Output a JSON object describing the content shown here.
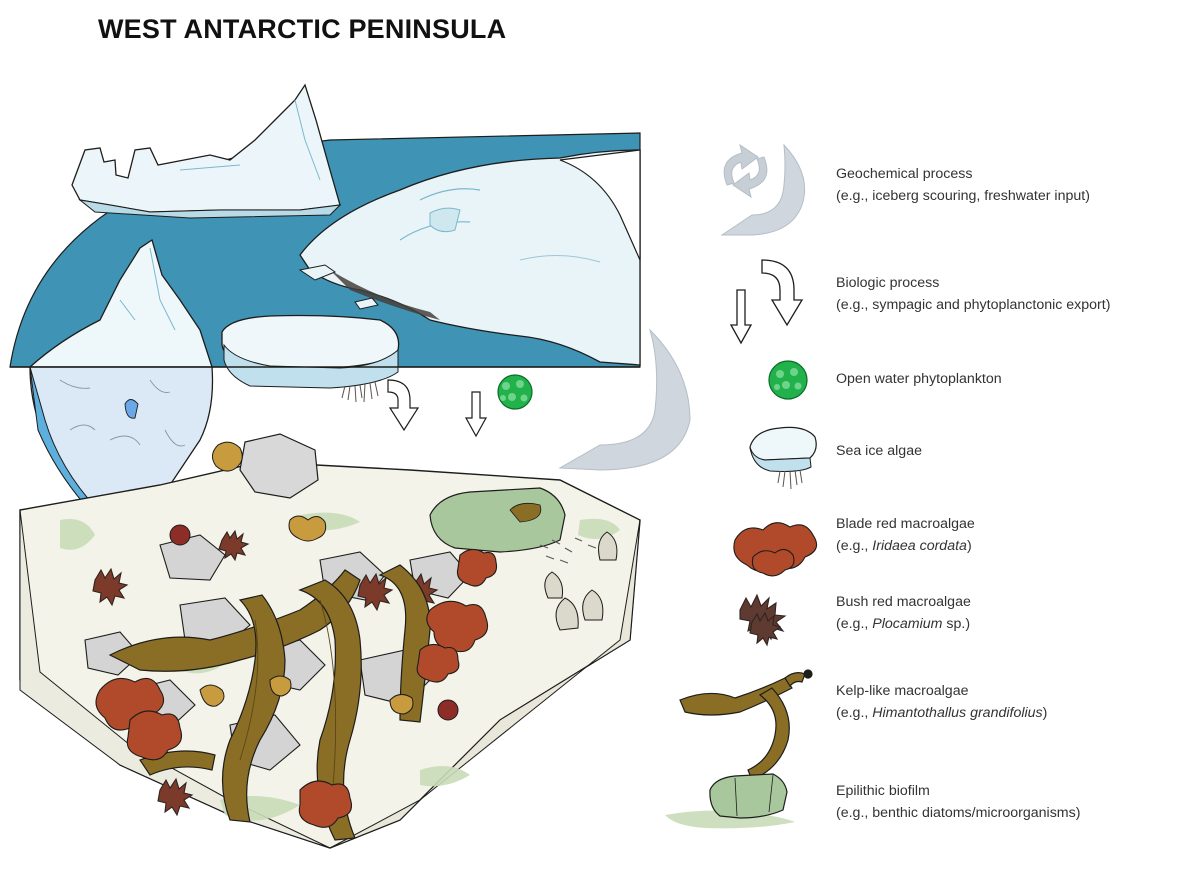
{
  "title": "WEST ANTARCTIC PENINSULA",
  "colors": {
    "water": "#3f93b5",
    "ice": "#e4f3f8",
    "ice_shadow": "#a9d6e6",
    "iceberg_blue": "#5db0de",
    "process_arrow": "#c9d1d8",
    "phytoplankton": "#22b24c",
    "red_macroalgae": "#b14a2b",
    "kelp": "#8a6e26",
    "biofilm": "#a8c79c",
    "seafloor": "#f4f3e9",
    "rock": "#d6d6d6"
  },
  "legend": [
    {
      "icon": "geochemical-process-icon",
      "line1": "Geochemical process",
      "line2_pre": "(e.g., iceberg scouring, freshwater input)",
      "line2_em": "",
      "line2_post": ""
    },
    {
      "icon": "biologic-process-icon",
      "line1": "Biologic process",
      "line2_pre": "(e.g., sympagic and phytoplanctonic export)",
      "line2_em": "",
      "line2_post": ""
    },
    {
      "icon": "phytoplankton-icon",
      "line1": "Open water phytoplankton",
      "line2_pre": "",
      "line2_em": "",
      "line2_post": ""
    },
    {
      "icon": "sea-ice-algae-icon",
      "line1": "Sea ice algae",
      "line2_pre": "",
      "line2_em": "",
      "line2_post": ""
    },
    {
      "icon": "blade-red-macroalgae-icon",
      "line1": "Blade red macroalgae",
      "line2_pre": "(e.g., ",
      "line2_em": "Iridaea cordata",
      "line2_post": ")"
    },
    {
      "icon": "bush-red-macroalgae-icon",
      "line1": "Bush red macroalgae",
      "line2_pre": "(e.g., ",
      "line2_em": "Plocamium",
      "line2_post": " sp.)"
    },
    {
      "icon": "kelp-like-macroalgae-icon",
      "line1": "Kelp-like macroalgae",
      "line2_pre": "(e.g., ",
      "line2_em": "Himantothallus grandifolius",
      "line2_post": ")"
    },
    {
      "icon": "epilithic-biofilm-icon",
      "line1": "Epilithic biofilm",
      "line2_pre": "(e.g., benthic diatoms/microorganisms)",
      "line2_em": "",
      "line2_post": ""
    }
  ]
}
